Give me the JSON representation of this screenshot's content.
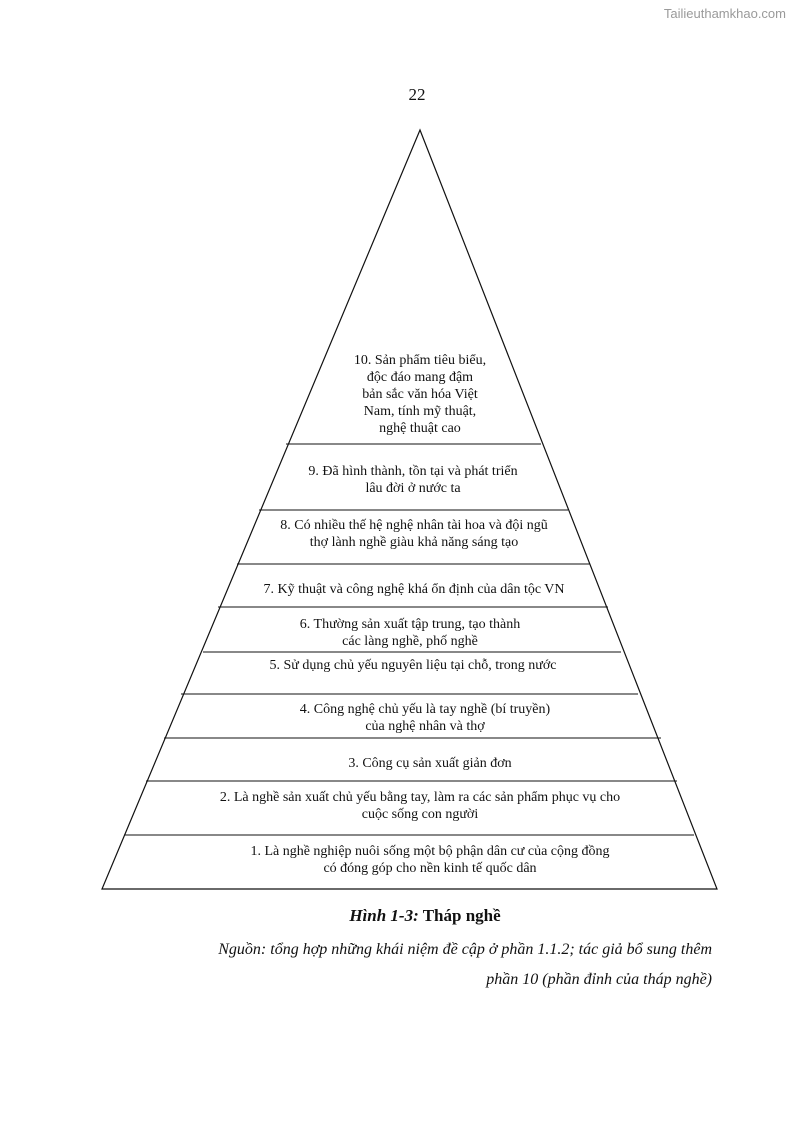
{
  "watermark": "Tailieuthamkhao.com",
  "page_number": "22",
  "pyramid": {
    "tiers": [
      {
        "label": "10. Sản phẩm tiêu biểu,\nđộc đáo mang đậm\nbản sắc văn hóa Việt\nNam, tính mỹ thuật,\nnghệ thuật cao"
      },
      {
        "label": "9. Đã hình thành, tồn tại và phát triển\nlâu đời ở nước ta"
      },
      {
        "label": "8. Có nhiều thế hệ nghệ nhân tài hoa và đội ngũ\nthợ lành nghề giàu khả năng sáng tạo"
      },
      {
        "label": "7. Kỹ thuật và công nghệ khá ổn định của dân tộc VN"
      },
      {
        "label": "6. Thường sản xuất tập trung, tạo thành\ncác làng nghề, phố nghề"
      },
      {
        "label": "5. Sử dụng chủ yếu nguyên liệu tại chỗ, trong nước"
      },
      {
        "label": "4. Công nghệ chủ yếu là tay nghề (bí truyền)\ncủa nghệ nhân và thợ"
      },
      {
        "label": "3. Công cụ sản xuất giản đơn"
      },
      {
        "label": "2. Là nghề sản xuất chủ yếu bằng tay, làm ra các sản phẩm phục vụ cho\ncuộc sống con người"
      },
      {
        "label": "1. Là nghề nghiệp nuôi sống một bộ phận dân cư của cộng đồng\ncó đóng góp cho nền kinh tế quốc dân"
      }
    ]
  },
  "caption": {
    "prefix": "Hình 1-3:",
    "title": " Tháp nghề"
  },
  "source_note": {
    "line1": "Nguồn: tổng hợp những khái niệm đề cập ở phần 1.1.2; tác giả bổ sung thêm",
    "line2": "phần 10 (phần đỉnh của tháp nghề)"
  }
}
